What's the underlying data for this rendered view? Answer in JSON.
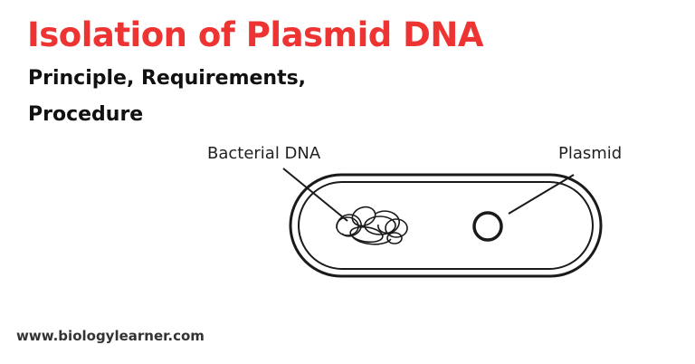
{
  "header": {
    "title": "Isolation of Plasmid DNA",
    "subtitle_line1": "Principle, Requirements,",
    "subtitle_line2": "Procedure"
  },
  "diagram": {
    "label_bacterial_dna": "Bacterial DNA",
    "label_plasmid": "Plasmid"
  },
  "footer": {
    "website": "www.biologylearner.com"
  },
  "colors": {
    "title": "#ee3333",
    "text": "#111111",
    "outline": "#1a1a1a"
  }
}
